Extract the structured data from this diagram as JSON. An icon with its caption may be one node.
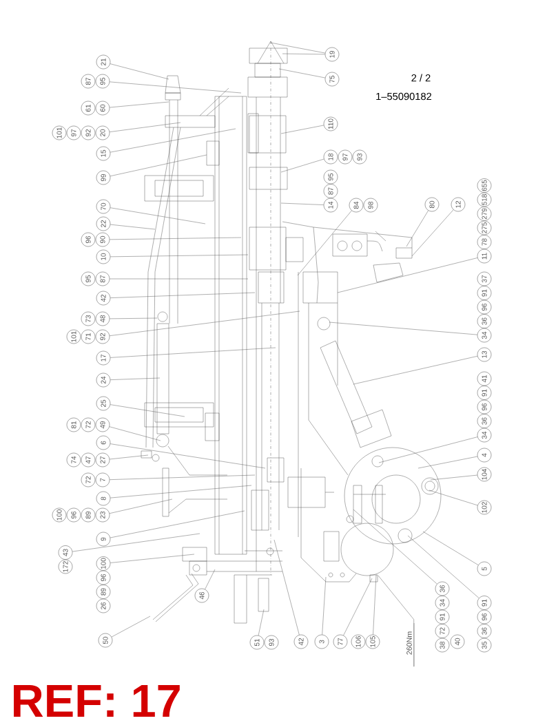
{
  "diagram": {
    "nodes": [
      {
        "text": [
          "21"
        ]
      },
      {
        "text": [
          "87",
          "95"
        ]
      },
      {
        "text": [
          "61",
          "60"
        ]
      },
      {
        "text": [
          "101",
          "97",
          "92",
          "20"
        ]
      },
      {
        "text": [
          "15"
        ]
      },
      {
        "text": [
          "99"
        ]
      },
      {
        "text": [
          "70"
        ]
      },
      {
        "text": [
          "22"
        ]
      },
      {
        "text": [
          "96",
          "90"
        ]
      },
      {
        "text": [
          "10"
        ]
      },
      {
        "text": [
          "95",
          "87"
        ]
      },
      {
        "text": [
          "42"
        ]
      },
      {
        "text": [
          "73",
          "48"
        ]
      },
      {
        "text": [
          "101",
          "71",
          "92"
        ]
      },
      {
        "text": [
          "17"
        ]
      },
      {
        "text": [
          "24"
        ]
      },
      {
        "text": [
          "25"
        ]
      },
      {
        "text": [
          "81",
          "72",
          "49"
        ]
      },
      {
        "text": [
          "6"
        ]
      },
      {
        "text": [
          "74",
          "47",
          "27"
        ]
      },
      {
        "text": [
          "72",
          "7"
        ]
      },
      {
        "text": [
          "8"
        ]
      },
      {
        "text": [
          "100",
          "96",
          "89",
          "23"
        ]
      },
      {
        "text": [
          "9"
        ]
      },
      {
        "text": [
          "172",
          "43"
        ]
      },
      {
        "text": [
          "26",
          "89",
          "96",
          "100"
        ]
      },
      {
        "text": [
          "46"
        ]
      },
      {
        "text": [
          "50"
        ]
      },
      {
        "text": [
          "51",
          "93"
        ]
      },
      {
        "text": [
          "42"
        ]
      },
      {
        "text": [
          "3"
        ]
      },
      {
        "text": [
          "77"
        ]
      },
      {
        "text": [
          "106",
          "105"
        ]
      },
      {
        "text": [
          "260Nm"
        ]
      },
      {
        "text": [
          "38",
          "72",
          "91",
          "34",
          "36",
          "40"
        ]
      },
      {
        "text": [
          "35",
          "36",
          "96",
          "91"
        ]
      },
      {
        "text": [
          "5"
        ]
      },
      {
        "text": [
          "102"
        ]
      },
      {
        "text": [
          "104"
        ]
      },
      {
        "text": [
          "4"
        ]
      },
      {
        "text": [
          "34",
          "36",
          "96",
          "91",
          "41"
        ]
      },
      {
        "text": [
          "13"
        ]
      },
      {
        "text": [
          "34",
          "36",
          "96",
          "91",
          "37"
        ]
      },
      {
        "text": [
          "11",
          "78",
          "275",
          "279",
          "518",
          "655"
        ]
      },
      {
        "text": [
          "12"
        ]
      },
      {
        "text": [
          "80"
        ]
      },
      {
        "text": [
          "84",
          "98"
        ]
      },
      {
        "text": [
          "14",
          "87",
          "95"
        ]
      },
      {
        "text": [
          "18",
          "97",
          "93"
        ]
      },
      {
        "text": [
          "110"
        ]
      },
      {
        "text": [
          "75"
        ]
      },
      {
        "text": [
          "19"
        ]
      }
    ],
    "edges": [
      {
        "from": 0,
        "to": null,
        "arrow": "none"
      },
      {
        "from": 1,
        "to": null,
        "arrow": "none"
      },
      {
        "from": 2,
        "to": null,
        "arrow": "none"
      },
      {
        "from": 3,
        "to": null,
        "arrow": "none"
      },
      {
        "from": 4,
        "to": null,
        "arrow": "none"
      },
      {
        "from": 5,
        "to": null,
        "arrow": "none"
      },
      {
        "from": 6,
        "to": null,
        "arrow": "none"
      },
      {
        "from": 7,
        "to": null,
        "arrow": "none"
      },
      {
        "from": 8,
        "to": null,
        "arrow": "none"
      },
      {
        "from": 9,
        "to": null,
        "arrow": "none"
      },
      {
        "from": 10,
        "to": null,
        "arrow": "none"
      },
      {
        "from": 11,
        "to": null,
        "arrow": "none"
      },
      {
        "from": 12,
        "to": null,
        "arrow": "none"
      },
      {
        "from": 13,
        "to": null,
        "arrow": "none"
      },
      {
        "from": 14,
        "to": null,
        "arrow": "none"
      },
      {
        "from": 15,
        "to": null,
        "arrow": "none"
      },
      {
        "from": 16,
        "to": null,
        "arrow": "none"
      },
      {
        "from": 17,
        "to": null,
        "arrow": "none"
      },
      {
        "from": 18,
        "to": null,
        "arrow": "none"
      },
      {
        "from": 19,
        "to": null,
        "arrow": "none"
      },
      {
        "from": 20,
        "to": null,
        "arrow": "none"
      },
      {
        "from": 21,
        "to": null,
        "arrow": "none"
      },
      {
        "from": 22,
        "to": null,
        "arrow": "none"
      },
      {
        "from": 23,
        "to": null,
        "arrow": "none"
      },
      {
        "from": 24,
        "to": null,
        "arrow": "none"
      },
      {
        "from": 25,
        "to": null,
        "arrow": "none"
      },
      {
        "from": 26,
        "to": null,
        "arrow": "none"
      },
      {
        "from": 27,
        "to": null,
        "arrow": "none"
      },
      {
        "from": 28,
        "to": null,
        "arrow": "none"
      },
      {
        "from": 29,
        "to": null,
        "arrow": "none"
      },
      {
        "from": 30,
        "to": null,
        "arrow": "none"
      },
      {
        "from": 31,
        "to": null,
        "arrow": "none"
      },
      {
        "from": 32,
        "to": null,
        "arrow": "none"
      },
      {
        "from": 33,
        "to": null,
        "arrow": "none"
      },
      {
        "from": 34,
        "to": null,
        "arrow": "none"
      },
      {
        "from": 35,
        "to": null,
        "arrow": "none"
      },
      {
        "from": 36,
        "to": null,
        "arrow": "none"
      },
      {
        "from": 37,
        "to": null,
        "arrow": "none"
      },
      {
        "from": 38,
        "to": null,
        "arrow": "none"
      },
      {
        "from": 39,
        "to": null,
        "arrow": "none"
      },
      {
        "from": 40,
        "to": null,
        "arrow": "none"
      },
      {
        "from": 41,
        "to": null,
        "arrow": "none"
      },
      {
        "from": 42,
        "to": null,
        "arrow": "none"
      },
      {
        "from": 43,
        "to": null,
        "arrow": "none"
      },
      {
        "from": 44,
        "to": null,
        "arrow": "none"
      },
      {
        "from": 45,
        "to": null,
        "arrow": "none"
      },
      {
        "from": 46,
        "to": null,
        "arrow": "none"
      },
      {
        "from": 47,
        "to": null,
        "arrow": "none"
      },
      {
        "from": 48,
        "to": null,
        "arrow": "none"
      },
      {
        "from": 49,
        "to": null,
        "arrow": "none"
      },
      {
        "from": 50,
        "to": null,
        "arrow": "none"
      },
      {
        "from": 51,
        "to": null,
        "arrow": "none"
      },
      {
        "from": 51,
        "to": null,
        "arrow": "none"
      }
    ],
    "labels": [
      "2 / 2",
      "1–55090182",
      "REF: 17"
    ]
  }
}
